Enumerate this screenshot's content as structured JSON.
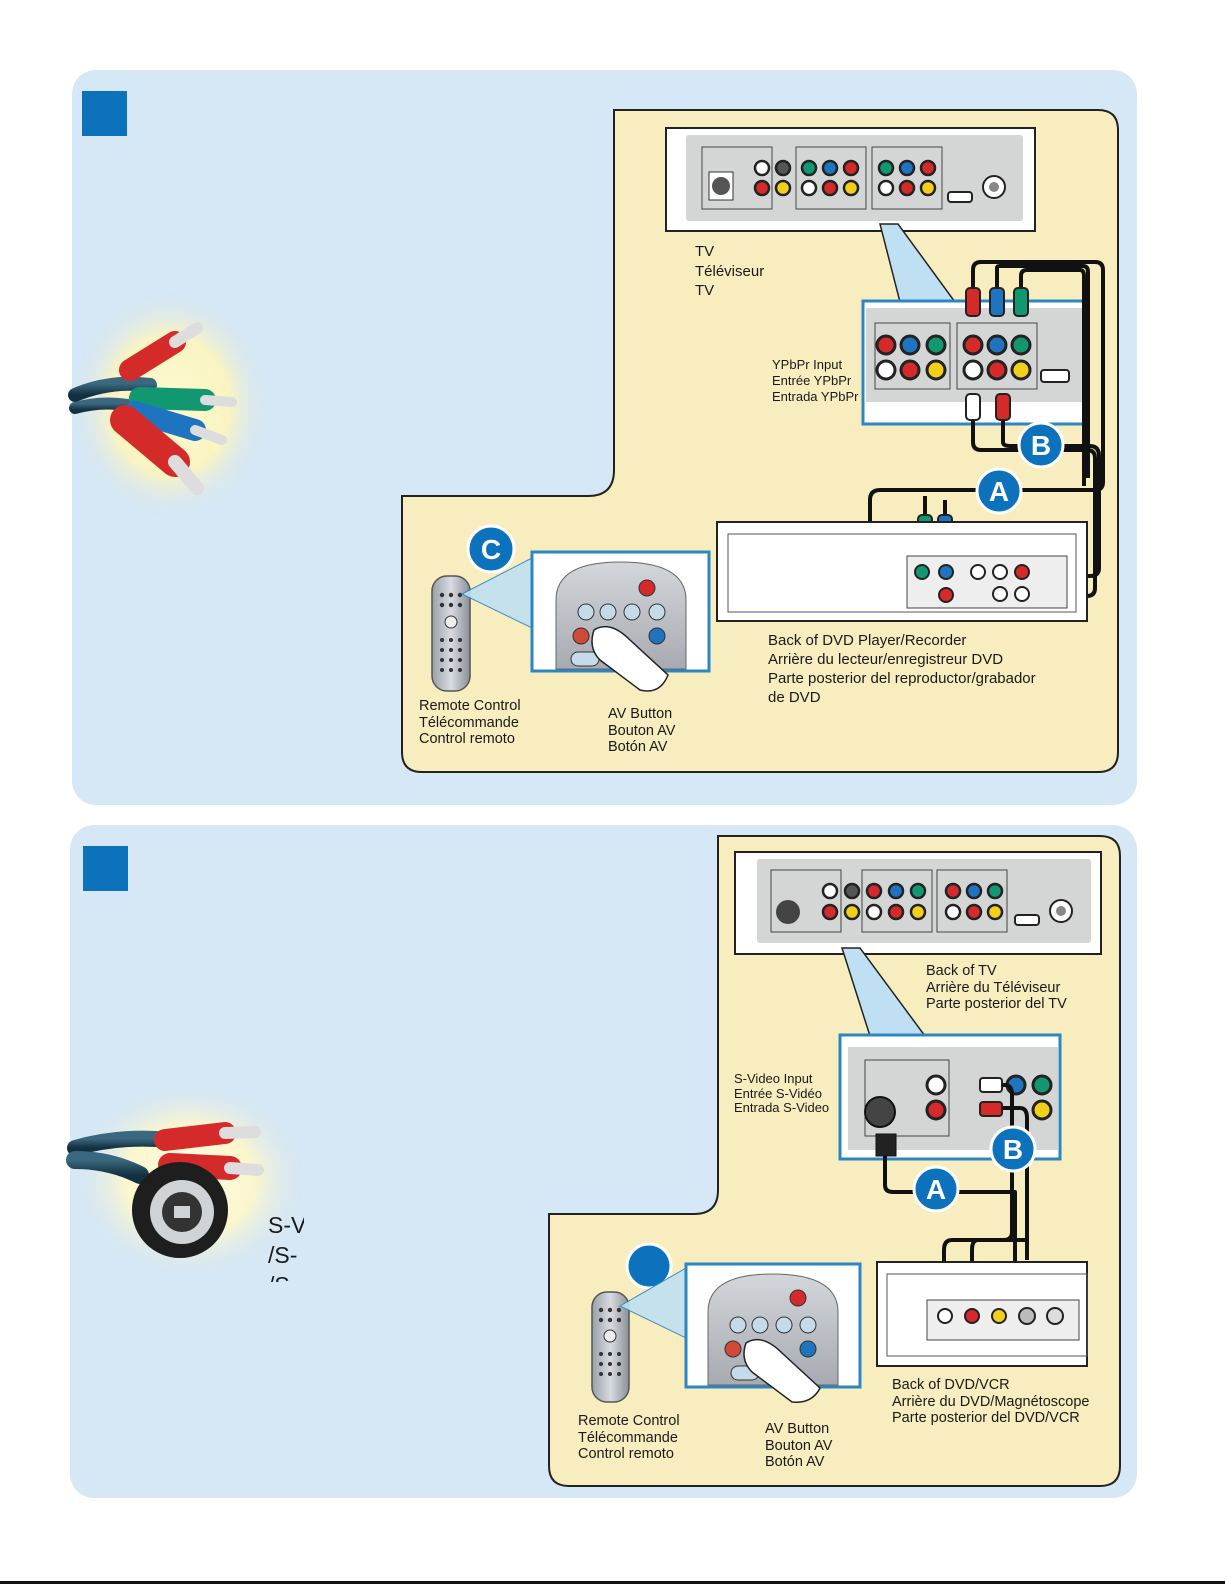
{
  "section1": {
    "badges": {
      "a": "A",
      "b": "B",
      "c": "C"
    },
    "tv_label": [
      "TV",
      "Téléviseur",
      "TV"
    ],
    "ypbpr_label": [
      "YPbPr Input",
      "Entrée YPbPr",
      "Entrada YPbPr"
    ],
    "dvd_label": [
      "Back of DVD Player/Recorder",
      "Arrière du lecteur/enregistreur DVD",
      "Parte posterior del reproductor/grabador",
      "de DVD"
    ],
    "remote_label": [
      "Remote Control",
      "Télécommande",
      "Control remoto"
    ],
    "av_label": [
      "AV Button",
      "Bouton AV",
      "Botón AV"
    ]
  },
  "section2": {
    "badges": {
      "a": "A",
      "b": "B"
    },
    "tv_label": [
      "Back of TV",
      "Arrière du Téléviseur",
      "Parte posterior del TV"
    ],
    "svideo_label": [
      "S-Video Input",
      "Entrée S-Vidéo",
      "Entrada S-Video"
    ],
    "dvd_label": [
      "Back of DVD/VCR",
      "Arrière du DVD/Magnétoscope",
      "Parte posterior del DVD/VCR"
    ],
    "remote_label": [
      "Remote Control",
      "Télécommande",
      "Control remoto"
    ],
    "av_label": [
      "AV Button",
      "Bouton AV",
      "Botón AV"
    ],
    "cable_text_fragments": [
      "S-V",
      "/S-",
      "/S"
    ]
  },
  "colors": {
    "panel": "#d6e7f5",
    "inset": "#f8edbe",
    "step_box": "#0b72bb",
    "badge": "#0b72bb",
    "jack_red": "#d42a2a",
    "jack_green": "#129870",
    "jack_blue": "#1f74bf",
    "jack_yellow": "#f1cf1b"
  }
}
